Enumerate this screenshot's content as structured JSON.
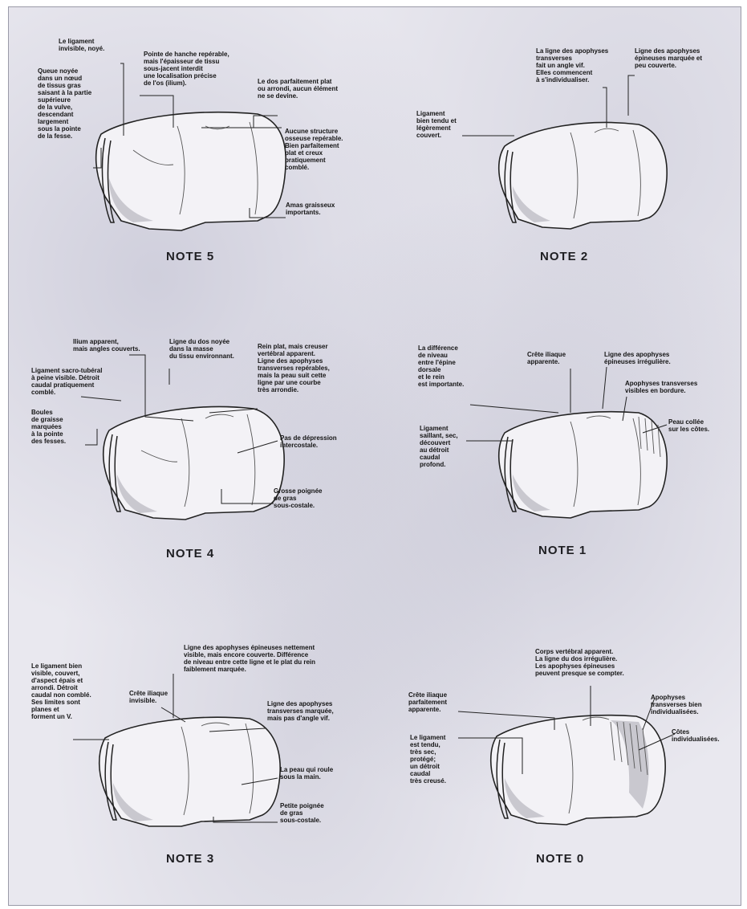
{
  "panels": [
    {
      "key": "note5",
      "note": "NOTE 5",
      "labels": [
        {
          "key": "ligament",
          "lines": [
            "Le ligament",
            "invisible, noyé."
          ]
        },
        {
          "key": "pointe_hanche",
          "lines": [
            "Pointe de hanche repérable,",
            "mais l'épaisseur de tissu",
            "sous-jacent interdit",
            "une localisation précise",
            "de l'os (ilium)."
          ]
        },
        {
          "key": "dos",
          "lines": [
            "Le dos parfaitement plat",
            "ou arrondi, aucun élément",
            "ne se devine."
          ]
        },
        {
          "key": "queue",
          "lines": [
            "Queue noyée",
            "dans un nœud",
            "de tissus gras",
            "saisant à la partie",
            "supérieure",
            "de la vulve,",
            "descendant",
            "largement",
            "sous la pointe",
            "de la fesse."
          ]
        },
        {
          "key": "structure",
          "lines": [
            "Aucune structure",
            "osseuse repérable.",
            "Bien parfaitement",
            "plat et creux",
            "pratiquement",
            "comblé."
          ]
        },
        {
          "key": "amas",
          "lines": [
            "Amas graisseux",
            "importants."
          ]
        }
      ]
    },
    {
      "key": "note2",
      "note": "NOTE 2",
      "labels": [
        {
          "key": "ligne_transverses",
          "lines": [
            "La ligne des apophyses",
            "transverses",
            "fait un angle vif.",
            "Elles commencent",
            "à s'individualiser."
          ]
        },
        {
          "key": "ligne_epineuses",
          "lines": [
            "Ligne des apophyses",
            "épineuses marquée et",
            "peu couverte."
          ]
        },
        {
          "key": "ligament",
          "lines": [
            "Ligament",
            "bien tendu et",
            "légèrement",
            "couvert."
          ]
        }
      ]
    },
    {
      "key": "note4",
      "note": "NOTE 4",
      "labels": [
        {
          "key": "ilium",
          "lines": [
            "Ilium apparent,",
            "mais angles couverts."
          ]
        },
        {
          "key": "ligne_dos",
          "lines": [
            "Ligne du dos noyée",
            "dans la masse",
            "du tissu environnant."
          ]
        },
        {
          "key": "rein",
          "lines": [
            "Rein plat, mais creuser",
            "vertébral apparent.",
            "Ligne des apophyses",
            "transverses repérables,",
            "mais la peau suit cette",
            "ligne par une courbe",
            "très arrondie."
          ]
        },
        {
          "key": "ligament",
          "lines": [
            "Ligament sacro-tubéral",
            "à peine visible. Détroit",
            "caudal pratiquement",
            "comblé."
          ]
        },
        {
          "key": "boules",
          "lines": [
            "Boules",
            "de graisse",
            "marquées",
            "à la pointe",
            "des fesses."
          ]
        },
        {
          "key": "depression",
          "lines": [
            "Pas de dépression",
            "intercostale."
          ]
        },
        {
          "key": "grosse",
          "lines": [
            "Grosse poignée",
            "de gras",
            "sous-costale."
          ]
        }
      ]
    },
    {
      "key": "note1",
      "note": "NOTE 1",
      "labels": [
        {
          "key": "difference",
          "lines": [
            "La différence",
            "de niveau",
            "entre l'épine",
            "dorsale",
            "et le rein",
            "est importante."
          ]
        },
        {
          "key": "crete",
          "lines": [
            "Crête iliaque",
            "apparente."
          ]
        },
        {
          "key": "ligne_epineuses",
          "lines": [
            "Ligne des apophyses",
            "épineuses irrégulière."
          ]
        },
        {
          "key": "apophyses",
          "lines": [
            "Apophyses transverses",
            "visibles en bordure."
          ]
        },
        {
          "key": "peau",
          "lines": [
            "Peau collée",
            "sur les côtes."
          ]
        },
        {
          "key": "ligament",
          "lines": [
            "Ligament",
            "saillant, sec,",
            "découvert",
            "au détroit",
            "caudal",
            "profond."
          ]
        }
      ]
    },
    {
      "key": "note3",
      "note": "NOTE 3",
      "labels": [
        {
          "key": "ligne_epineuses",
          "lines": [
            "Ligne des apophyses épineuses nettement",
            "visible, mais encore couverte. Différence",
            "de niveau entre cette ligne et le plat du rein",
            "faiblement marquée."
          ]
        },
        {
          "key": "ligament",
          "lines": [
            "Le ligament bien",
            "visible, couvert,",
            "d'aspect épais et",
            "arrondi. Détroit",
            "caudal non comblé.",
            "Ses limites sont",
            "planes et",
            "forment un V."
          ]
        },
        {
          "key": "crete",
          "lines": [
            "Crête iliaque",
            "invisible."
          ]
        },
        {
          "key": "ligne_transverses",
          "lines": [
            "Ligne des apophyses",
            "transverses marquée,",
            "mais pas d'angle vif."
          ]
        },
        {
          "key": "peau",
          "lines": [
            "La peau qui roule",
            "sous la main."
          ]
        },
        {
          "key": "petite",
          "lines": [
            "Petite poignée",
            "de gras",
            "sous-costale."
          ]
        }
      ]
    },
    {
      "key": "note0",
      "note": "NOTE 0",
      "labels": [
        {
          "key": "corps",
          "lines": [
            "Corps vertébral apparent.",
            "La ligne du dos irrégulière.",
            "Les apophyses épineuses",
            "peuvent presque se compter."
          ]
        },
        {
          "key": "crete",
          "lines": [
            "Crête iliaque",
            "parfaitement",
            "apparente."
          ]
        },
        {
          "key": "apophyse",
          "lines": [
            "Apophyses",
            "transverses bien",
            "individualisées."
          ]
        },
        {
          "key": "cotes",
          "lines": [
            "Côtes",
            "individualisées."
          ]
        },
        {
          "key": "ligament",
          "lines": [
            "Le ligament",
            "est tendu,",
            "très sec,",
            "protégé;",
            "un détroit",
            "caudal",
            "très creusé."
          ]
        }
      ]
    }
  ]
}
